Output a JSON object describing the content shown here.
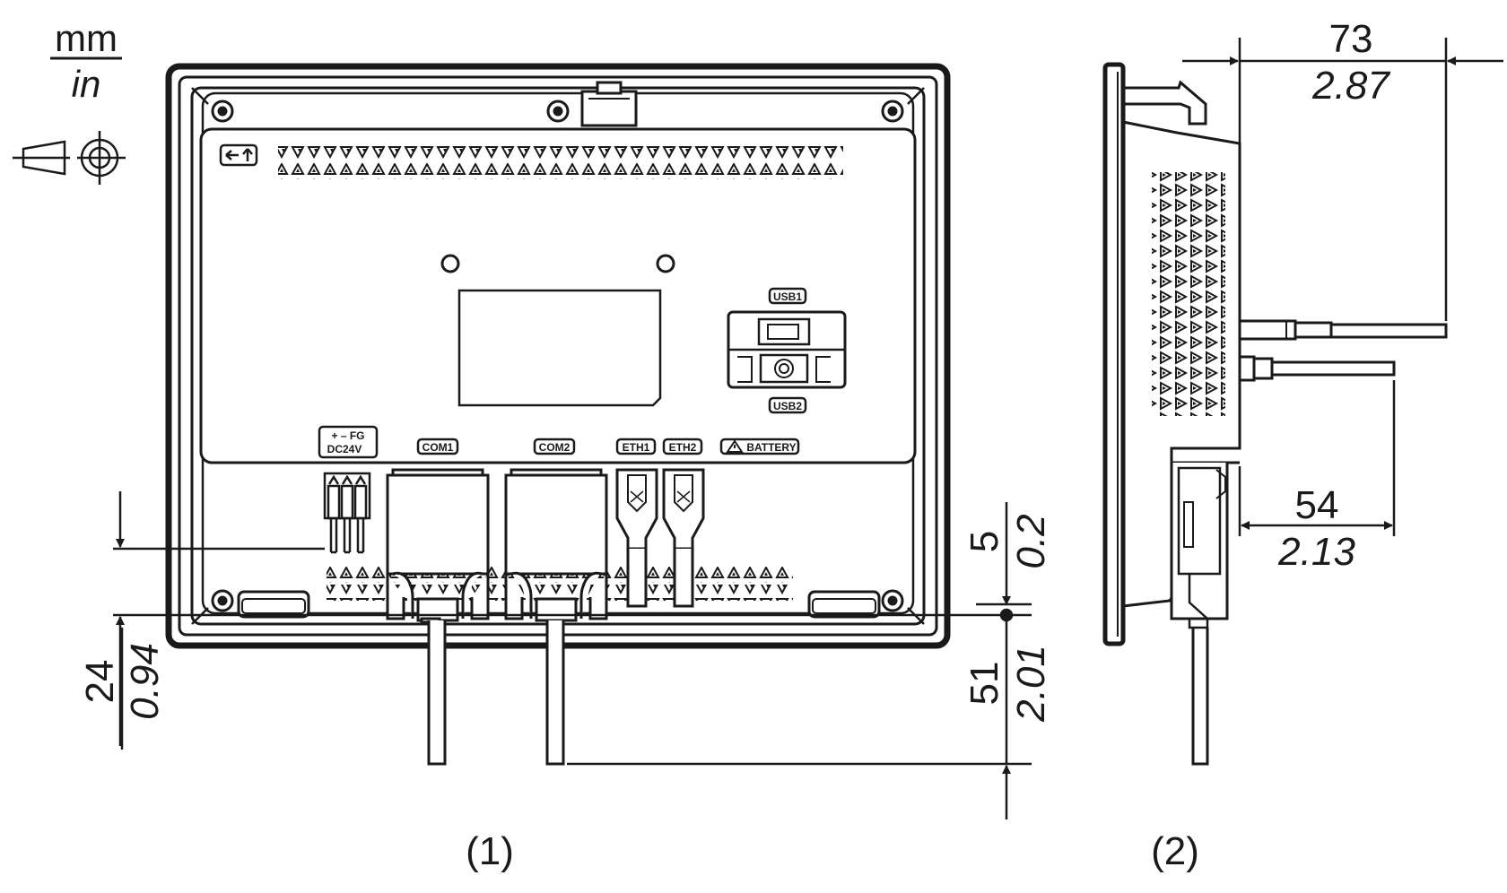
{
  "units": {
    "primary": "mm",
    "secondary": "in"
  },
  "views": [
    {
      "id": "rear",
      "label": "(1)"
    },
    {
      "id": "side",
      "label": "(2)"
    }
  ],
  "connectors": {
    "usb1": "USB1",
    "usb2": "USB2",
    "com1": "COM1",
    "com2": "COM2",
    "eth1": "ETH1",
    "eth2": "ETH2",
    "battery": "BATTERY",
    "power_top": "+  –  FG",
    "power_bottom": "DC24V"
  },
  "dimensions": {
    "depth": {
      "mm": "73",
      "in": "2.87"
    },
    "side_offset": {
      "mm": "54",
      "in": "2.13"
    },
    "bottom_gap": {
      "mm": "5",
      "in": "0.2"
    },
    "cable_length": {
      "mm": "51",
      "in": "2.01"
    },
    "power_length": {
      "mm": "24",
      "in": "0.94"
    }
  },
  "colors": {
    "line": "#1a1a1a",
    "background": "#ffffff"
  }
}
